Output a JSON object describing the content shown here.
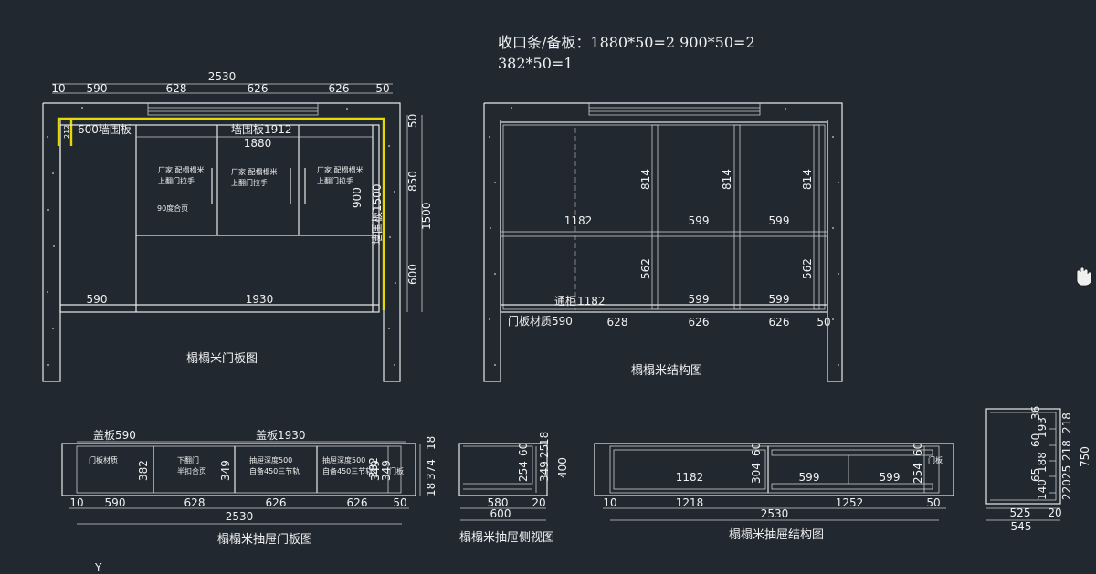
{
  "header": {
    "line1": "收口条/备板：1880*50=2 900*50=2",
    "line2": "382*50=1"
  },
  "door_view": {
    "caption": "榻榻米门板图",
    "dim_total": "2530",
    "dims_top": [
      "10",
      "590",
      "628",
      "626",
      "626",
      "50"
    ],
    "dims_bottom": [
      "590",
      "1930"
    ],
    "dims_right": [
      "50",
      "850",
      "1500",
      "600"
    ],
    "wall_panel_left": "600墙围板",
    "wall_panel_top": "墙围板1912",
    "wall_panel_right": "墙围板1500",
    "width_1880": "1880",
    "height_900": "900",
    "left_212": "212",
    "door_note_1a": "厂家  配榻榻米",
    "door_note_1b": "上翻门拉手",
    "door_note_2a": "厂家  配榻榻米",
    "door_note_2b": "上翻门拉手",
    "door_note_3a": "厂家  配榻榻米",
    "door_note_3b": "上翻门拉手",
    "hinge_note": "90度合页"
  },
  "structure_view": {
    "caption": "榻榻米结构图",
    "dims_top_row": [
      "1182",
      "599",
      "599"
    ],
    "dims_bottom_row": [
      "1182",
      "599",
      "599"
    ],
    "dims_vertical": [
      "814",
      "814",
      "814",
      "562",
      "562"
    ],
    "through_cabinet": "通柜",
    "door_material": "门板材质590",
    "dims_bottom": [
      "628",
      "626",
      "626",
      "50"
    ]
  },
  "drawer_door_view": {
    "caption": "榻榻米抽屉门板图",
    "cover_left": "盖板590",
    "cover_right": "盖板1930",
    "label_material": "门板材质",
    "label_flip_a": "下翻门",
    "label_flip_b": "半扣合页",
    "label_depth1_a": "抽屉深度500",
    "label_depth1_b": "自备450三节轨",
    "label_depth2_a": "抽屉深度500",
    "label_depth2_b": "自备450三节轨",
    "label_door": "门板",
    "h382": "382",
    "h349a": "349",
    "h349b": "349",
    "h382b": "382",
    "h349c": "349",
    "dims_right": [
      "18",
      "374",
      "18"
    ],
    "dims_bottom": [
      "10",
      "590",
      "628",
      "626",
      "626",
      "50"
    ],
    "dim_total": "2530"
  },
  "drawer_side_view": {
    "caption": "榻榻米抽屉侧视图",
    "dims_inner": [
      "254",
      "60",
      "349",
      "25",
      "18"
    ],
    "dim_400": "400",
    "dims_bottom": [
      "580",
      "20"
    ],
    "dim_600": "600"
  },
  "drawer_structure_view": {
    "caption": "榻榻米抽屉结构图",
    "w1182": "1182",
    "w599a": "599",
    "w599b": "599",
    "h304": "304",
    "h60": "60",
    "h254": "254",
    "h60b": "60",
    "label_door": "门板",
    "dims_bottom": [
      "10",
      "1218",
      "1252",
      "50"
    ],
    "dim_total": "2530"
  },
  "small_side_view": {
    "dims_right": [
      "36",
      "193",
      "60",
      "188",
      "65",
      "140",
      "220",
      "218",
      "25",
      "218",
      "750"
    ],
    "dims_bottom": [
      "525",
      "20"
    ],
    "dim_545": "545"
  },
  "axis_label": "Y"
}
